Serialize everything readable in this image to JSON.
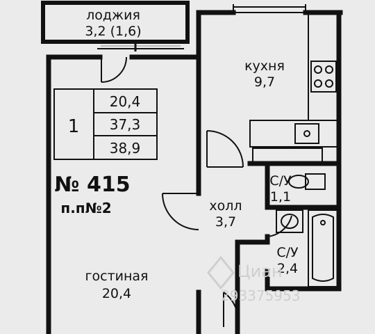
{
  "rooms": {
    "loggia": {
      "name": "лоджия",
      "area": "3,2 (1,6)"
    },
    "kitchen": {
      "name": "кухня",
      "area": "9,7"
    },
    "bath_1": {
      "name": "С/У",
      "area": "1,1"
    },
    "hall": {
      "name": "холл",
      "area": "3,7"
    },
    "bath_2": {
      "name": "С/У",
      "area": "2,4"
    },
    "living": {
      "name": "гостиная",
      "area": "20,4"
    }
  },
  "info_table": {
    "rooms_count": "1",
    "areas": [
      "20,4",
      "37,3",
      "38,9"
    ]
  },
  "apartment": {
    "number": "№ 415",
    "entrance": "п.п№2"
  },
  "watermark": {
    "brand": "Циан",
    "code": "293375953"
  }
}
